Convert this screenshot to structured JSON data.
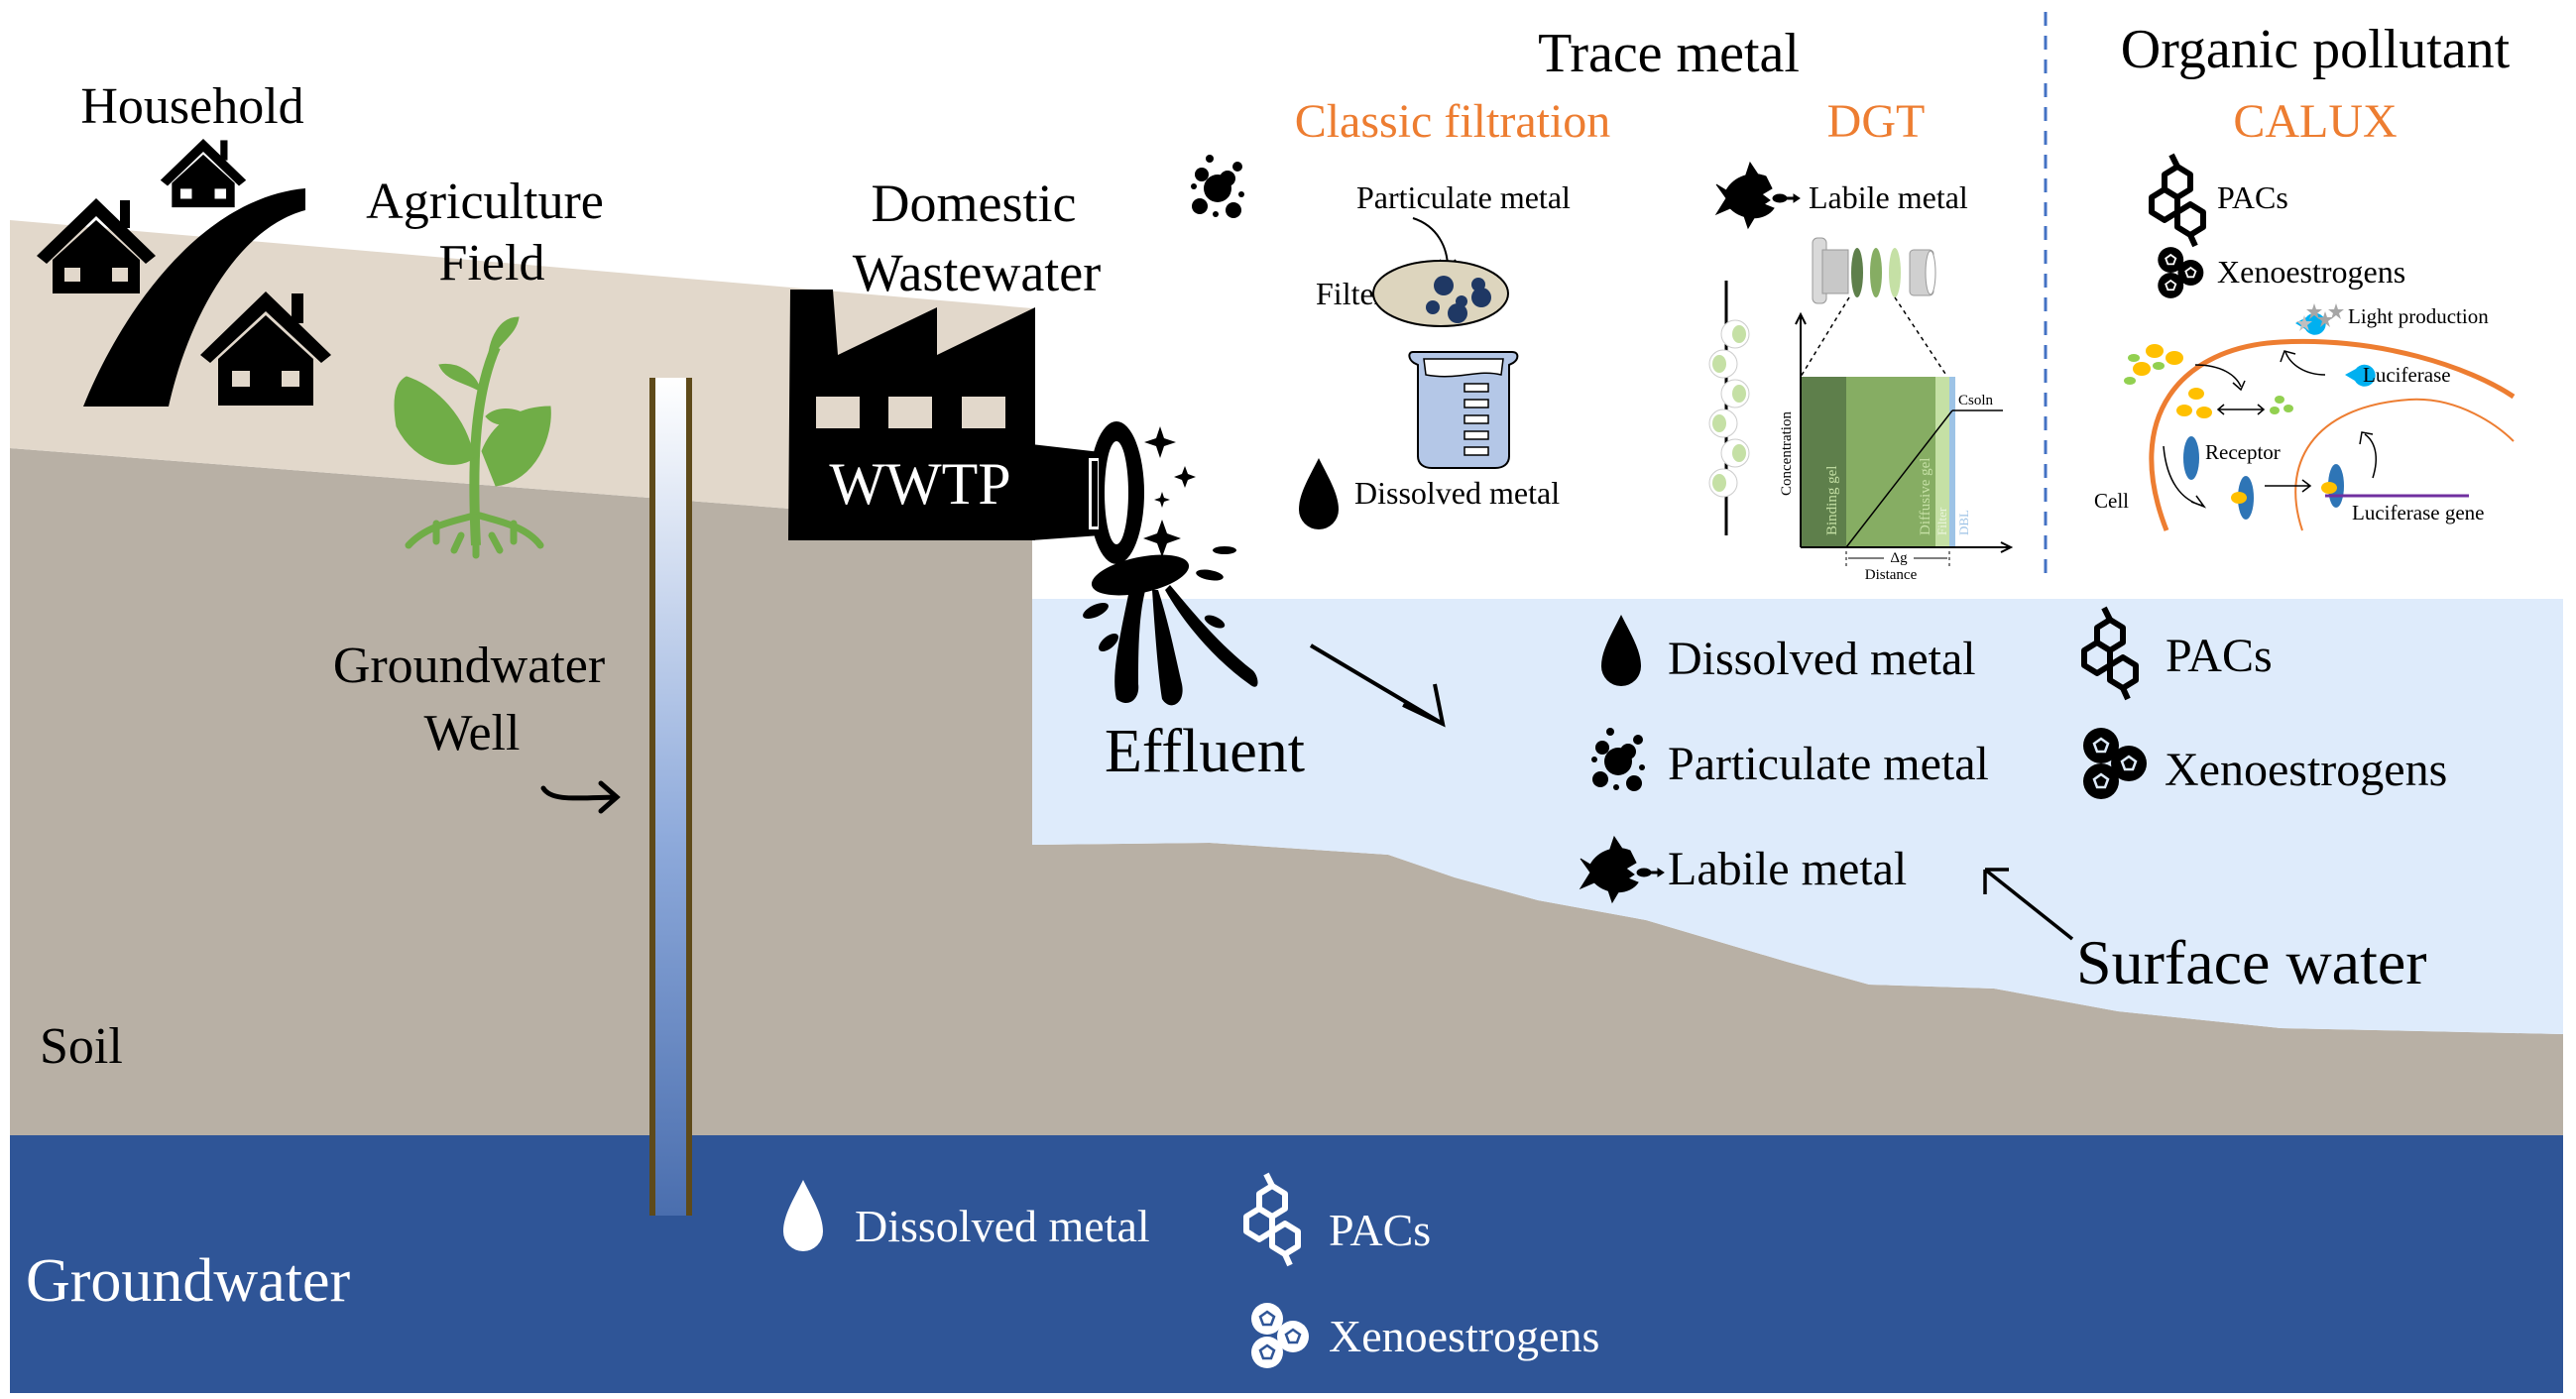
{
  "colors": {
    "topsoil": "#E2D8CB",
    "soil": "#B8B0A5",
    "surface_water": "#DEEBFB",
    "groundwater": "#2F5597",
    "well_casing": "#5E4A1A",
    "accent_orange": "#ED7D31",
    "divider_blue": "#4472C4",
    "plant_green": "#70AD47"
  },
  "scene": {
    "household_label": "Household",
    "agriculture_label_line1": "Agriculture",
    "agriculture_label_line2": "Field",
    "domestic_label_line1": "Domestic",
    "domestic_label_line2": "Wastewater",
    "wwtp_label": "WWTP",
    "well_label_line1": "Groundwater",
    "well_label_line2": "Well",
    "soil_label": "Soil",
    "effluent_label": "Effluent",
    "groundwater_label": "Groundwater",
    "surface_water_label": "Surface water"
  },
  "surface_water_items": [
    {
      "icon": "droplet-icon",
      "label": "Dissolved metal"
    },
    {
      "icon": "particles-icon",
      "label": "Particulate metal"
    },
    {
      "icon": "fish-icon",
      "label": "Labile metal"
    },
    {
      "icon": "hexagon-rings-icon",
      "label": "PACs"
    },
    {
      "icon": "cells-icon",
      "label": "Xenoestrogens"
    }
  ],
  "groundwater_items": [
    {
      "icon": "droplet-icon",
      "label": "Dissolved metal"
    },
    {
      "icon": "hexagon-rings-icon",
      "label": "PACs"
    },
    {
      "icon": "cells-icon",
      "label": "Xenoestrogens"
    }
  ],
  "trace_metal": {
    "title": "Trace metal",
    "classic": {
      "title": "Classic filtration",
      "particulate_label": "Particulate metal",
      "filter_label": "Filter",
      "dissolved_label": "Dissolved metal"
    },
    "dgt": {
      "title": "DGT",
      "labile_label": "Labile metal",
      "y_axis": "Concentration",
      "x_axis": "Distance",
      "delta": "Δg",
      "csoln": "Csoln",
      "layers": [
        "Binding gel",
        "Diffusive gel",
        "Filter",
        "DBL"
      ]
    }
  },
  "organic_pollutant": {
    "title": "Organic pollutant",
    "method": "CALUX",
    "pacs_label": "PACs",
    "xeno_label": "Xenoestrogens",
    "light_production": "Light production",
    "luciferase": "Luciferase",
    "receptor": "Receptor",
    "cell": "Cell",
    "luciferase_gene": "Luciferase gene"
  }
}
